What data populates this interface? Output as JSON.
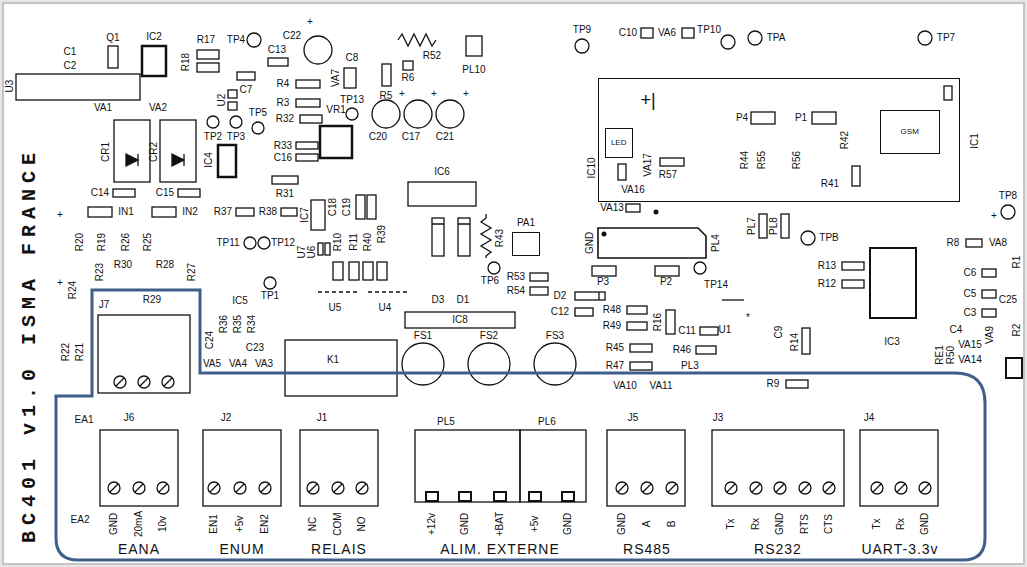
{
  "diagram": {
    "nodes": [
      {
        "text": [
          "IC1"
        ]
      },
      {
        "text": [
          "LED"
        ],
        "in": 0
      },
      {
        "text": [
          "GSM"
        ],
        "in": 0
      },
      {
        "text": [
          "PA1"
        ]
      }
    ],
    "labels": [
      "BC401 v1.0 ISMA FRANCE",
      "U3",
      "+",
      "+",
      "C1",
      "C2",
      "Q1",
      "IC2",
      "R17",
      "R18",
      "TP4",
      "+",
      "C22",
      "C13",
      "C7",
      "R52",
      "PL10",
      "TP9",
      "C10",
      "VA6",
      "TP10",
      "TPA",
      "TP7",
      "R4",
      "VA7",
      "C8",
      "TP13",
      "R5",
      "R6",
      "R3",
      "R32",
      "TP5",
      "U2",
      "VR1",
      "+",
      "+",
      "+",
      "C20",
      "C17",
      "C21",
      "R33",
      "C16",
      "VA1",
      "VA2",
      "TP2",
      "TP3",
      "IC4",
      "CR1",
      "CR2",
      "C14",
      "C15",
      "IN1",
      "IN2",
      "R31",
      "R37",
      "R38",
      "TP11",
      "TP12",
      "IC7",
      "C18",
      "C19",
      "IC6",
      "U7",
      "U6",
      "R10",
      "R11",
      "R40",
      "R39",
      "R43",
      "IC10",
      "+|",
      "VA16",
      "VA17",
      "R57",
      "P4",
      "P1",
      "R44",
      "R55",
      "R56",
      "R42",
      "R41",
      "VA13",
      "GND",
      "PL4",
      "PL7",
      "PL8",
      "TPB",
      "+",
      "TP8",
      "R8",
      "VA8",
      "R1",
      "C6",
      "C5",
      "C3",
      "C25",
      "C4",
      "VA9",
      "R2",
      "R13",
      "R12",
      "IC3",
      "U1",
      "*",
      "C9",
      "R14",
      "R9",
      "RE1",
      "R50",
      "VA15",
      "VA14",
      "R20",
      "R19",
      "R26",
      "R25",
      "R30",
      "R28",
      "R24",
      "R23",
      "R29",
      "R27",
      "R22",
      "R21",
      "J7",
      "IC5",
      "R36",
      "R35",
      "R34",
      "TP1",
      "C24",
      "C23",
      "VA5",
      "VA4",
      "VA3",
      "U5",
      "U4",
      "D3",
      "D1",
      "IC8",
      "TP6",
      "R53",
      "R54",
      "D2",
      "C12",
      "P3",
      "P2",
      "TP14",
      "R48",
      "R49",
      "R16",
      "C11",
      "R45",
      "R46",
      "R47",
      "PL3",
      "VA10",
      "VA11",
      "K1",
      "FS1",
      "FS2",
      "FS3",
      "PL5",
      "PL6",
      "EA1",
      "EA2",
      "J6",
      "J2",
      "J1",
      "J5",
      "J3",
      "J4",
      "GND",
      "20mA",
      "10v",
      "EN1",
      "+5v",
      "EN2",
      "NC",
      "COM",
      "NO",
      "+12v",
      "GND",
      "+BAT",
      "+5v",
      "GND",
      "GND",
      "A",
      "B",
      "Tx",
      "Rx",
      "GND",
      "RTS",
      "CTS",
      "Tx",
      "Rx",
      "GND",
      "EANA",
      "ENUM",
      "RELAIS",
      "ALIM. EXTERNE",
      "RS485",
      "RS232",
      "UART-3.3v"
    ]
  }
}
